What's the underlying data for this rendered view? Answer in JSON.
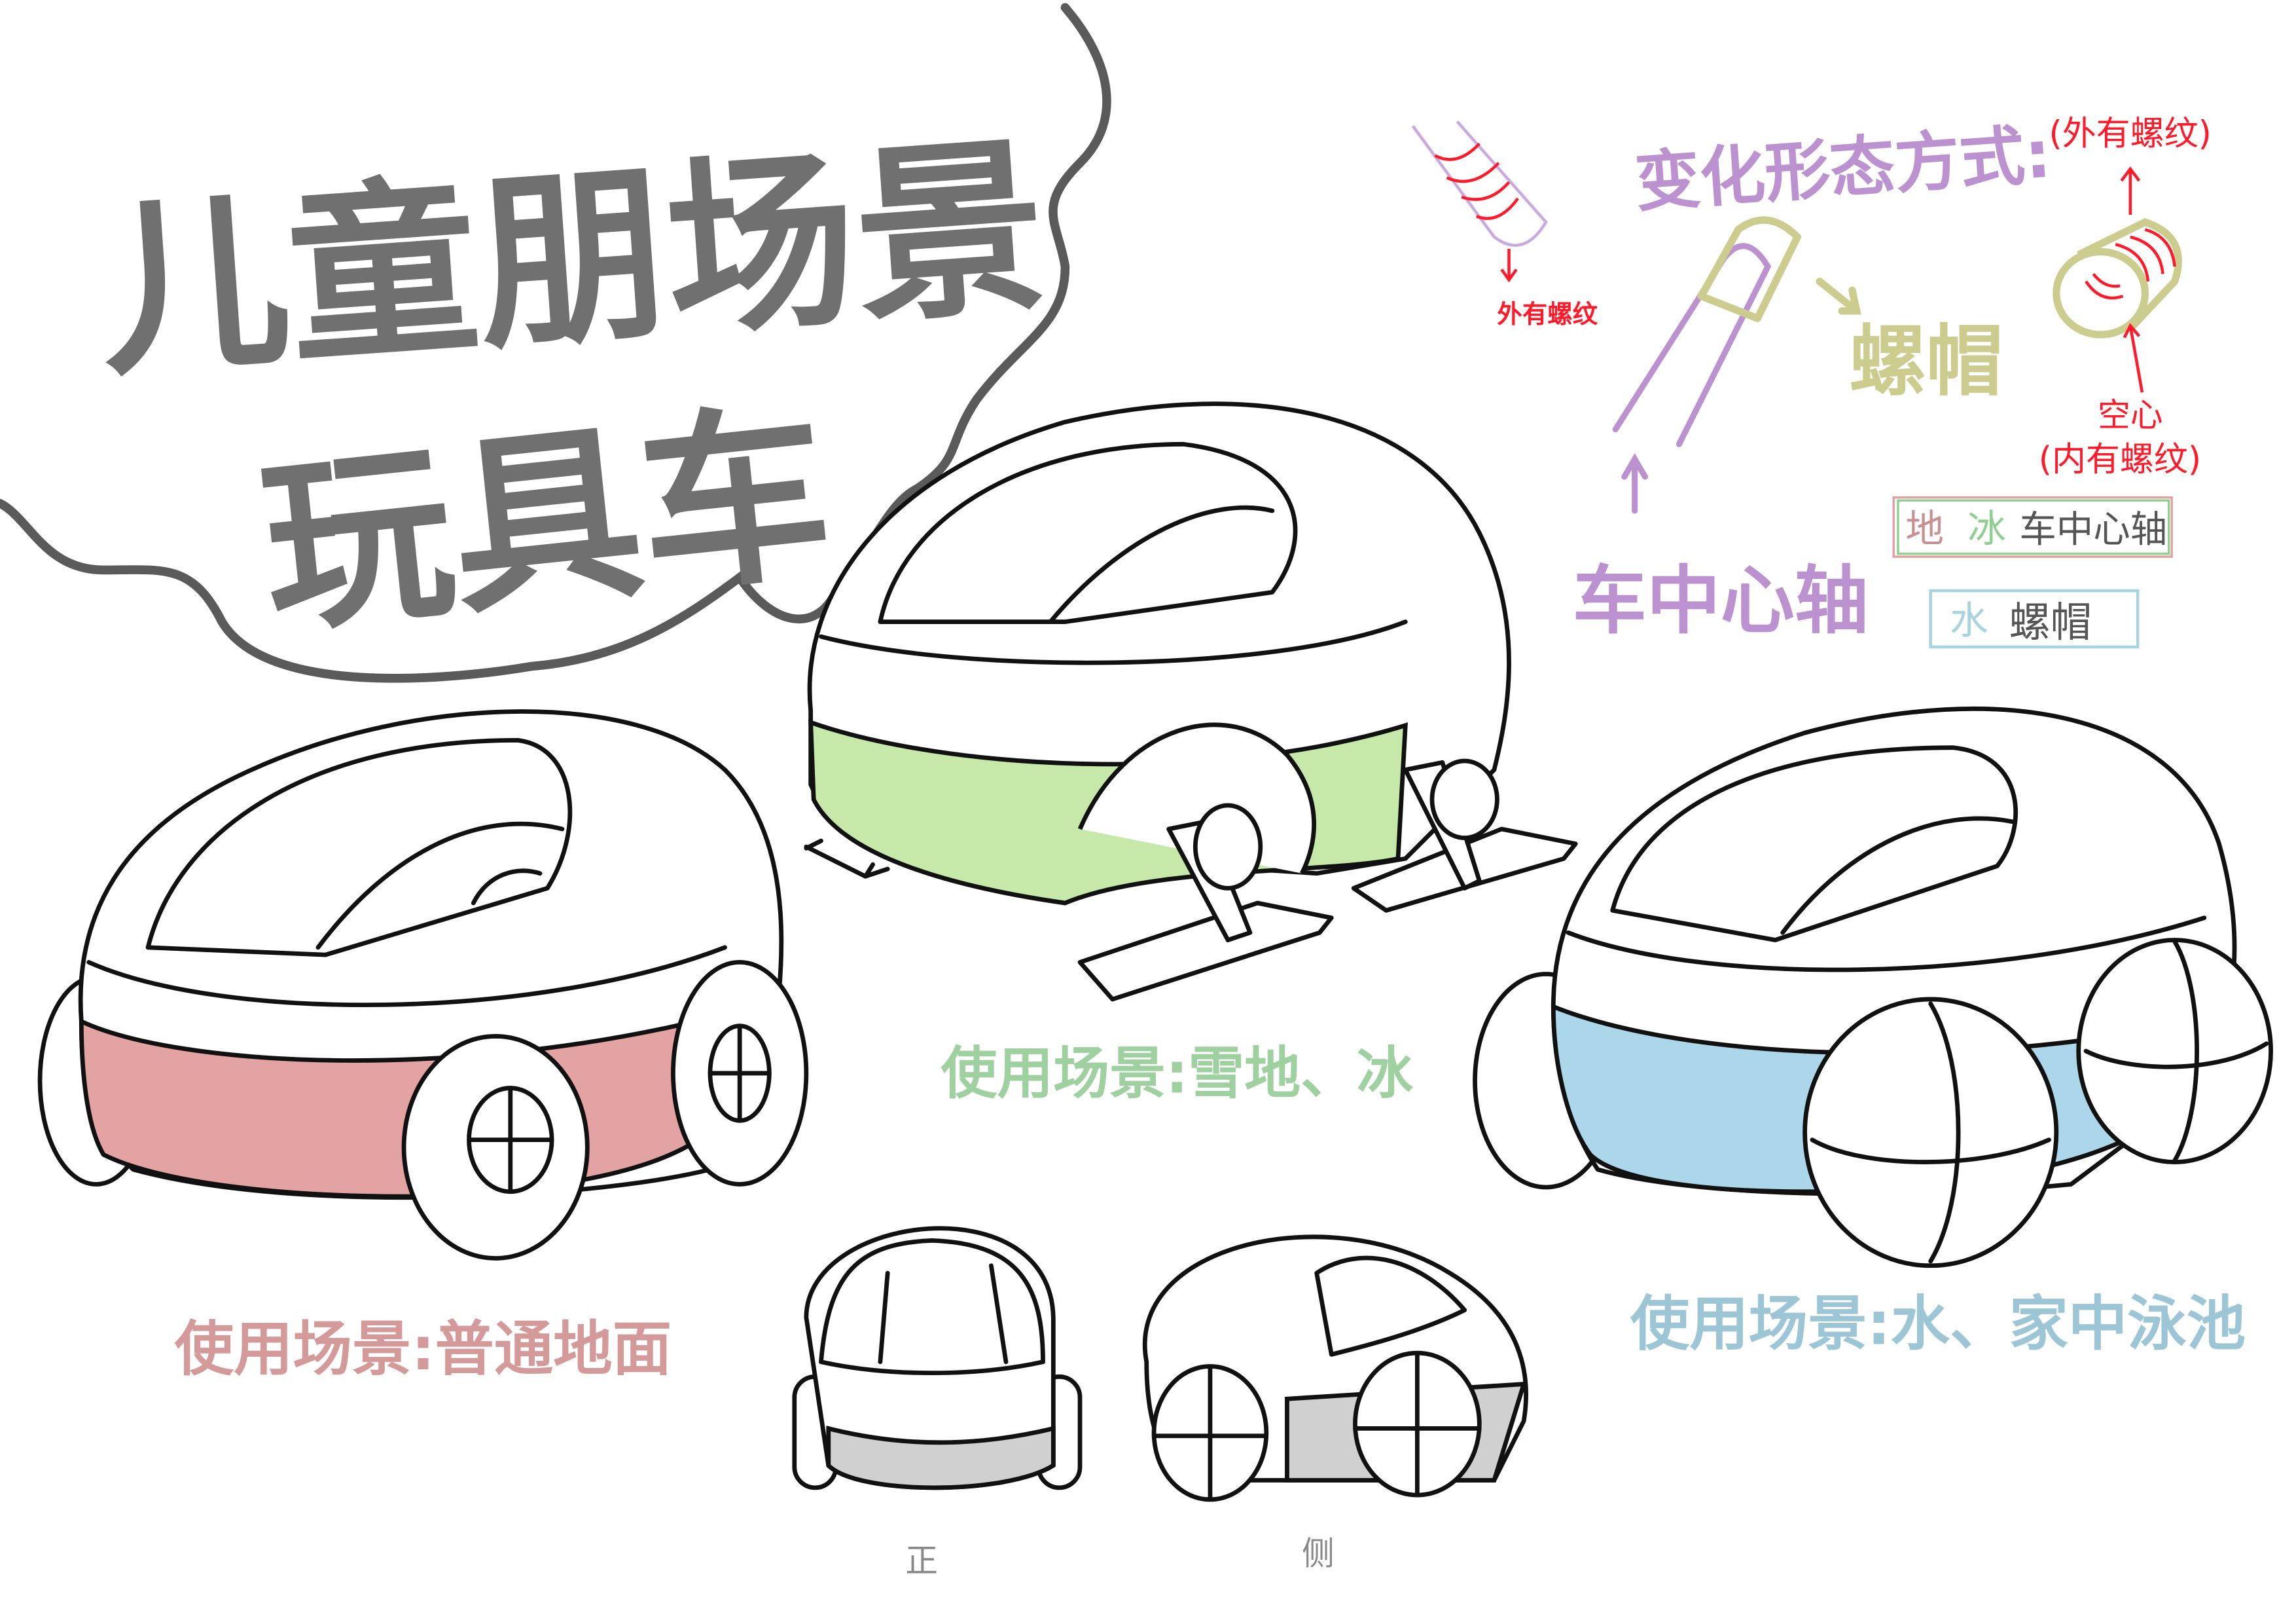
{
  "title": {
    "line1": "儿童朋场景",
    "line2": "玩具车",
    "color": "#707070"
  },
  "annotations": {
    "transform_heading": "变化形态方式:",
    "outer_thread_top": "(外有螺纹)",
    "outer_thread_left": "外有螺纹",
    "nut": "螺帽",
    "hollow": "空心",
    "inner_thread": "(内有螺纹)",
    "axle": "车中心轴",
    "legend_box_1": {
      "ground": "地",
      "ice": "冰",
      "part": "车中心轴"
    },
    "legend_box_2": {
      "water": "水",
      "part": "螺帽"
    }
  },
  "scenes": [
    {
      "label": "使用场景:普通地面",
      "color": "#d49a9a",
      "band_color": "#e3a3a3"
    },
    {
      "label": "使用场景:雪地、冰",
      "color": "#9fd09f",
      "band_color": "#c6e8a9"
    },
    {
      "label": "使用场景:水、家中泳池",
      "color": "#9cc6d6",
      "band_color": "#acd6e9"
    }
  ],
  "views": {
    "front": "正",
    "side": "侧"
  },
  "colors": {
    "purple": "#bb92cf",
    "red": "#ff1a2a",
    "olive": "#cccc8e",
    "bubble": "#5a5a5a"
  }
}
